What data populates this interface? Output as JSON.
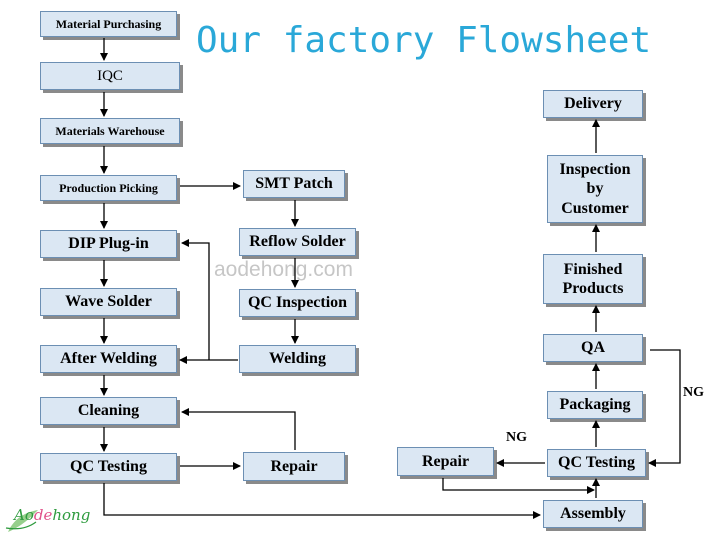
{
  "title": "Our factory Flowsheet",
  "watermark": "aodehong.com",
  "logo": {
    "a": "Ao",
    "de": "de",
    "hong": "hong"
  },
  "ng_labels": {
    "right": "NG",
    "left": "NG"
  },
  "nodes": {
    "material_purchasing": "Material Purchasing",
    "iqc": "IQC",
    "materials_warehouse": "Materials Warehouse",
    "production_picking": "Production Picking",
    "dip_plug_in": "DIP Plug-in",
    "wave_solder": "Wave Solder",
    "after_welding": "After Welding",
    "cleaning": "Cleaning",
    "qc_testing_left": "QC Testing",
    "repair_left": "Repair",
    "smt_patch": "SMT Patch",
    "reflow_solder": "Reflow Solder",
    "qc_inspection": "QC Inspection",
    "welding": "Welding",
    "delivery": "Delivery",
    "inspection_by_customer": "Inspection by Customer",
    "finished_products": "Finished Products",
    "qa": "QA",
    "packaging": "Packaging",
    "qc_testing_right": "QC Testing",
    "repair_right": "Repair",
    "assembly": "Assembly"
  },
  "colors": {
    "box_fill": "#dbe7f3",
    "box_border": "#6c8fb3",
    "title": "#2aa8d8",
    "logo_green": "#2e9b3e",
    "logo_pink": "#e0528a"
  }
}
